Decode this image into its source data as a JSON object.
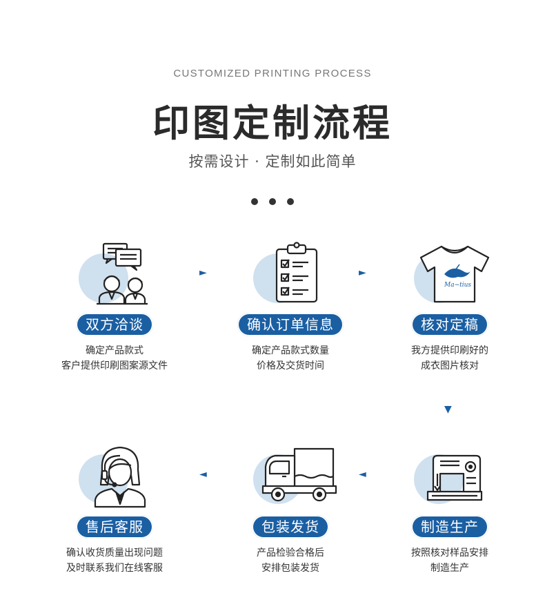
{
  "header": {
    "subtitle_en": "CUSTOMIZED PRINTING PROCESS",
    "title": "印图定制流程",
    "tagline": "按需设计 · 定制如此简单"
  },
  "steps": [
    {
      "title": "双方洽谈",
      "desc_line1": "确定产品款式",
      "desc_line2": "客户提供印刷图案源文件"
    },
    {
      "title": "确认订单信息",
      "desc_line1": "确定产品款式数量",
      "desc_line2": "价格及交货时间"
    },
    {
      "title": "核对定稿",
      "desc_line1": "我方提供印刷好的",
      "desc_line2": "成衣图片核对"
    },
    {
      "title": "售后客服",
      "desc_line1": "确认收货质量出现问题",
      "desc_line2": "及时联系我们在线客服"
    },
    {
      "title": "包装发货",
      "desc_line1": "产品检验合格后",
      "desc_line2": "安排包装发货"
    },
    {
      "title": "制造生产",
      "desc_line1": "按照核对样品安排",
      "desc_line2": "制造生产"
    }
  ],
  "arrows": {
    "right": "►",
    "left": "◄",
    "down": "▼"
  },
  "icons": [
    "discussion-icon",
    "clipboard-checklist-icon",
    "tshirt-icon",
    "customer-service-icon",
    "delivery-truck-icon",
    "sewing-machine-icon"
  ],
  "colors": {
    "accent": "#1b5fa3",
    "circle": "#cfe0ef",
    "title": "#2b2b2b"
  }
}
